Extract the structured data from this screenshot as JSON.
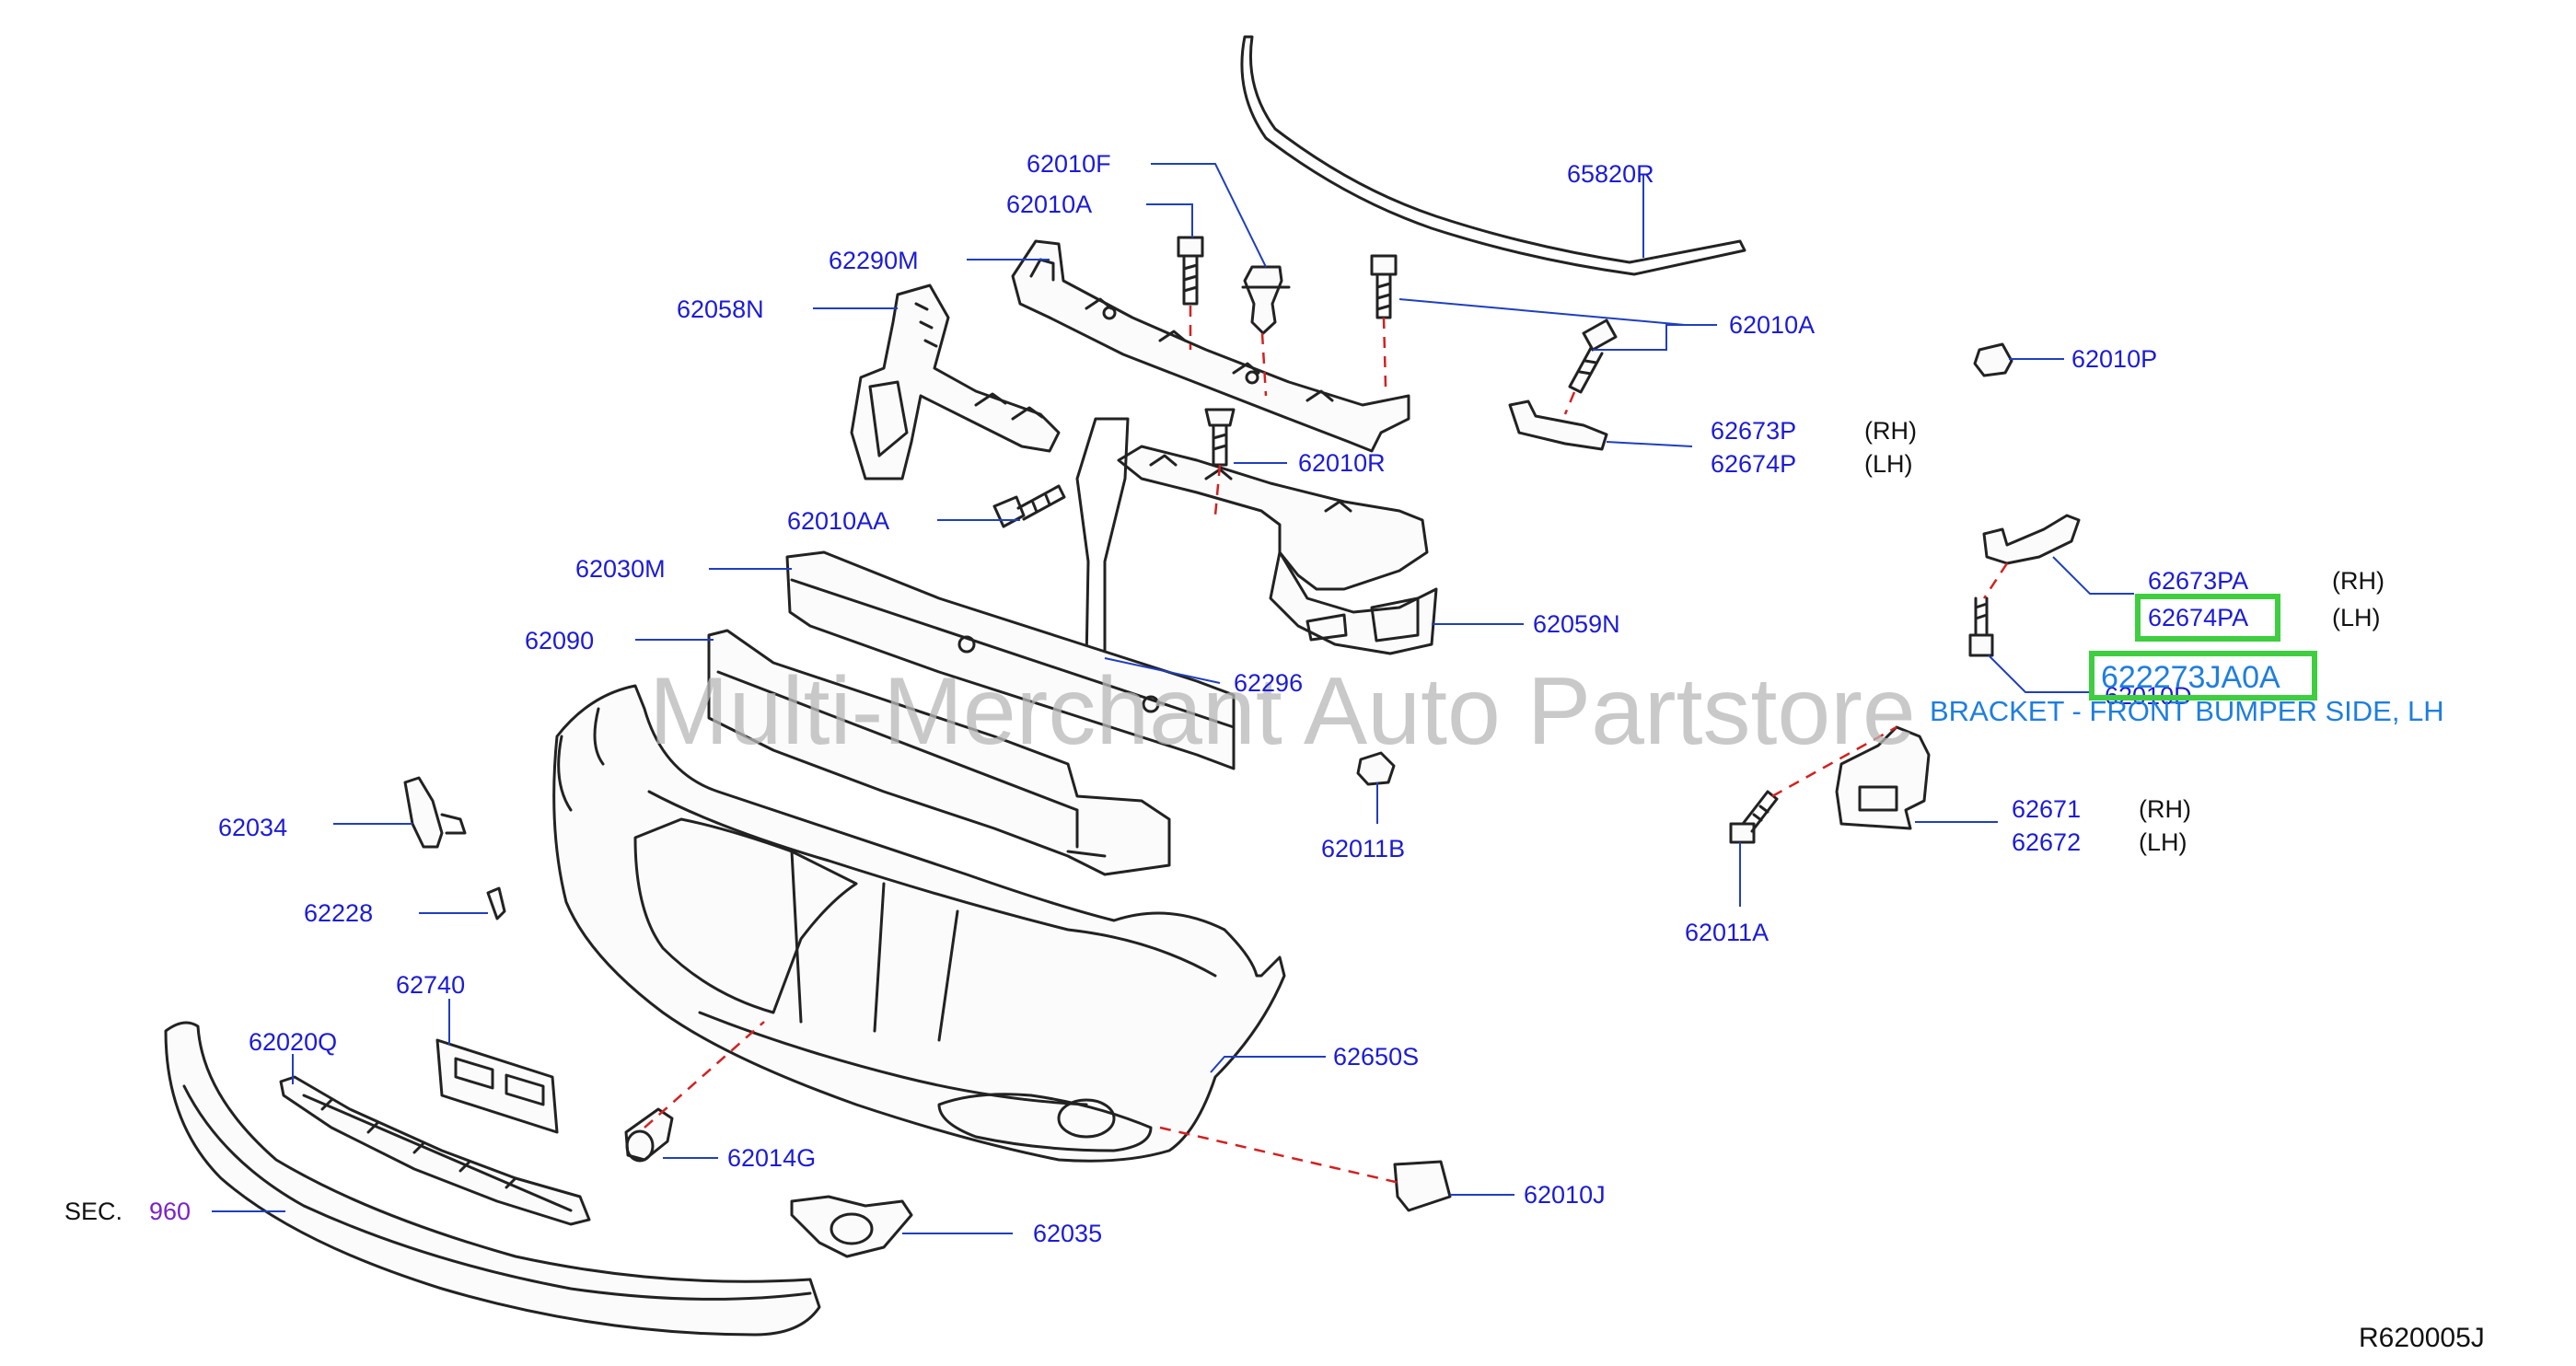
{
  "watermark": "Multi-Merchant Auto Partstore",
  "diagram_code": "R620005J",
  "section": {
    "prefix": "SEC.",
    "number": "960"
  },
  "labels": {
    "p65820R": "65820R",
    "p62010F": "62010F",
    "p62010A_top": "62010A",
    "p62290M": "62290M",
    "p62058N": "62058N",
    "p62010A_right": "62010A",
    "p62010P": "62010P",
    "p62673P": "62673P",
    "p62674P": "62674P",
    "p62010R": "62010R",
    "p62010AA": "62010AA",
    "p62030M": "62030M",
    "p62059N": "62059N",
    "p62090": "62090",
    "p62296": "62296",
    "p62673PA": "62673PA",
    "p62674PA": "62674PA",
    "p62010D": "62010D",
    "p62034": "62034",
    "p62011B": "62011B",
    "p62671": "62671",
    "p62672": "62672",
    "p62228": "62228",
    "p62011A": "62011A",
    "p62740": "62740",
    "p62020Q": "62020Q",
    "p62650S": "62650S",
    "p62014G": "62014G",
    "p62010J": "62010J",
    "p62035": "62035"
  },
  "sides": {
    "rh_1": "(RH)",
    "lh_1": "(LH)",
    "rh_2": "(RH)",
    "lh_2": "(LH)",
    "rh_3": "(RH)",
    "lh_3": "(LH)"
  },
  "highlight": {
    "part_number": "622273JA0A",
    "description": "BRACKET - FRONT BUMPER SIDE, LH"
  },
  "colors": {
    "label": "#1b1bd8",
    "highlight_box": "#3fce3f",
    "highlight_text": "#1e7ee0",
    "dashed_line": "#d42020"
  }
}
